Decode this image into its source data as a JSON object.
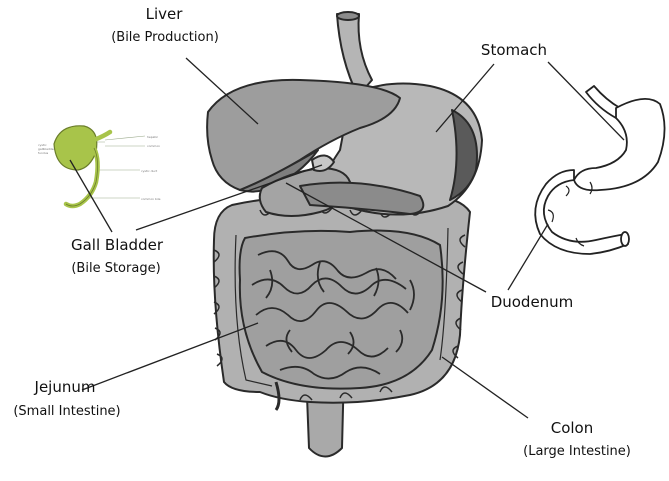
{
  "labels": {
    "liver": {
      "name": "Liver",
      "note": "(Bile Production)"
    },
    "stomach": {
      "name": "Stomach",
      "note": ""
    },
    "gall_bladder": {
      "name": "Gall Bladder",
      "note": "(Bile Storage)"
    },
    "duodenum": {
      "name": "Duodenum",
      "note": ""
    },
    "jejunum": {
      "name": "Jejunum",
      "note": "(Small Intestine)"
    },
    "colon": {
      "name": "Colon",
      "note": "(Large Intestine)"
    }
  },
  "colors": {
    "organ_fill": "#b3b3b3",
    "organ_dark": "#6e6e6e",
    "outline": "#2a2a2a",
    "gallbladder": "#a8c44a",
    "leader": "#222222"
  },
  "icons": [
    "digestive-system-illustration",
    "gallbladder-inset",
    "stomach-duodenum-inset"
  ]
}
